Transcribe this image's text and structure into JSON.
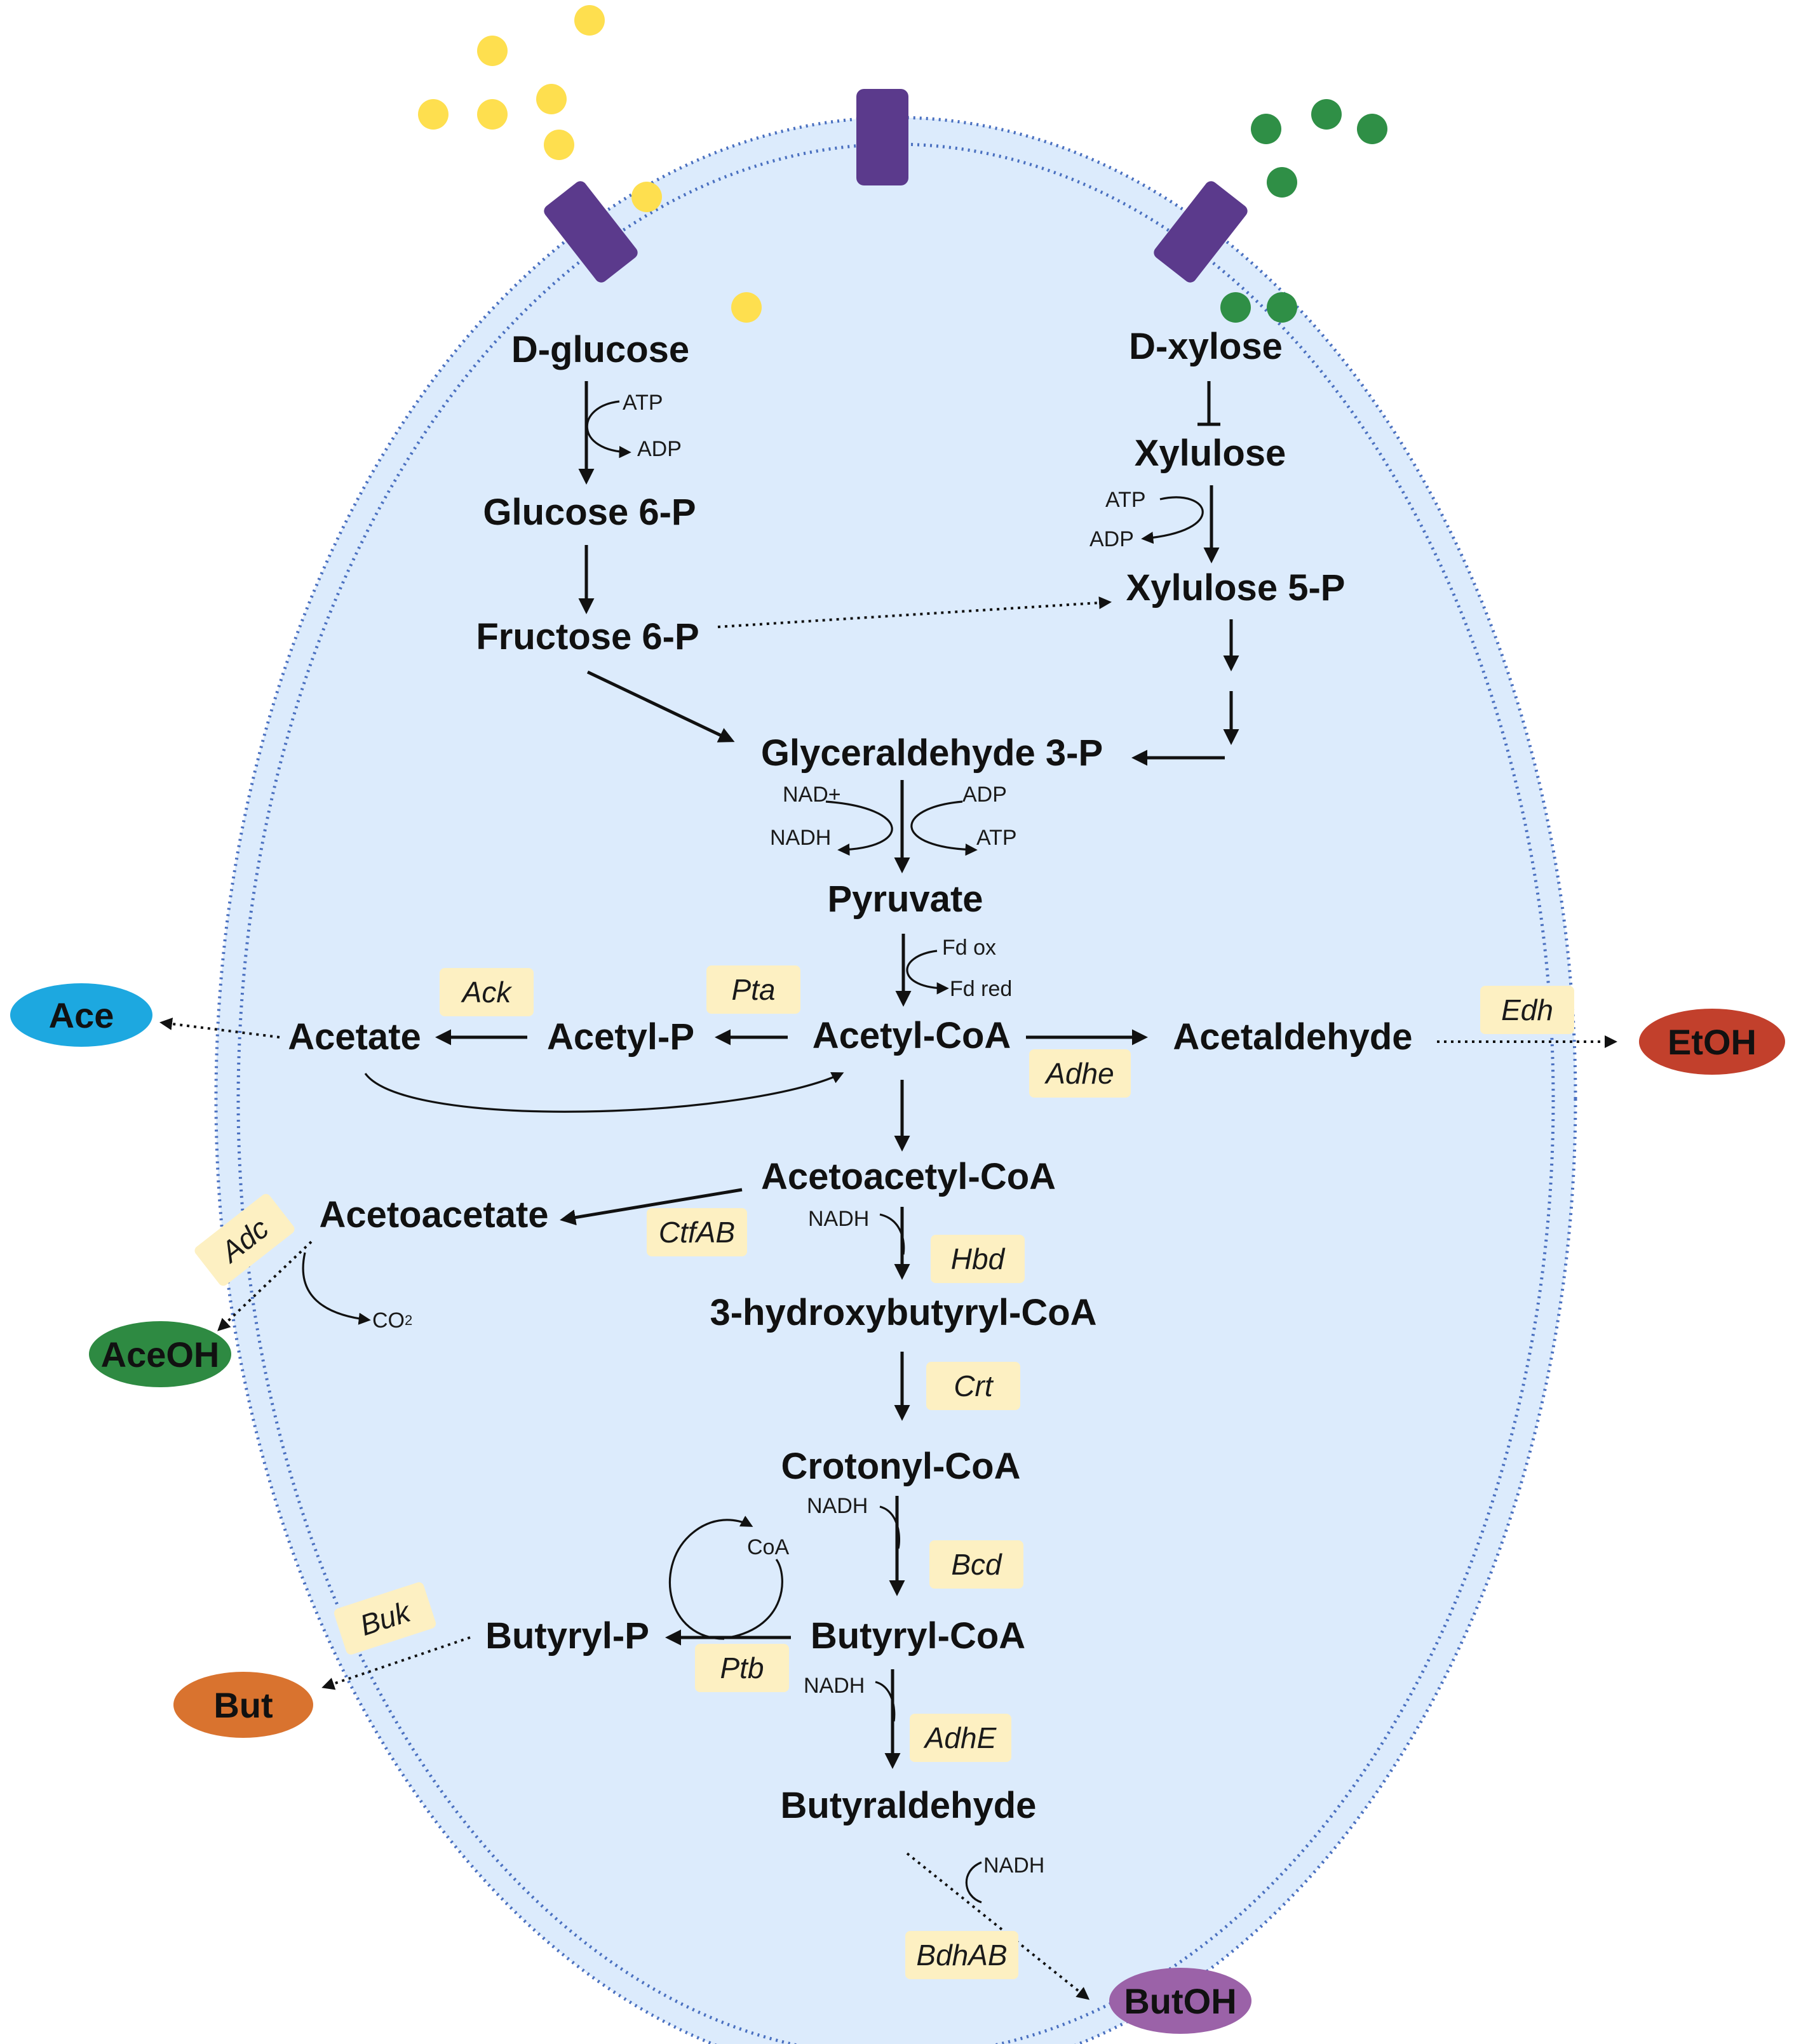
{
  "colors": {
    "cell_fill": "#dcebfc",
    "membrane": "#4a70c0",
    "transporter": "#5b3a8c",
    "glucose_molecule": "#fedf4f",
    "xylose_molecule": "#2f8f46",
    "enzyme_box": "#fdf0c2",
    "ace": "#1da8e0",
    "etoh": "#c2402c",
    "aceoh": "#2e8a42",
    "but": "#d9732f",
    "butoh": "#9b62a8"
  },
  "metabolites": {
    "d_glucose": "D-glucose",
    "glucose_6p": "Glucose 6-P",
    "fructose_6p": "Fructose 6-P",
    "d_xylose": "D-xylose",
    "xylulose": "Xylulose",
    "xylulose_5p": "Xylulose 5-P",
    "glyceraldehyde_3p": "Glyceraldehyde 3-P",
    "pyruvate": "Pyruvate",
    "acetyl_coa": "Acetyl-CoA",
    "acetyl_p": "Acetyl-P",
    "acetate": "Acetate",
    "acetaldehyde": "Acetaldehyde",
    "acetoacetyl_coa": "Acetoacetyl-CoA",
    "acetoacetate": "Acetoacetate",
    "hydroxybutyryl_coa": "3-hydroxybutyryl-CoA",
    "crotonyl_coa": "Crotonyl-CoA",
    "butyryl_coa": "Butyryl-CoA",
    "butyryl_p": "Butyryl-P",
    "butyraldehyde": "Butyraldehyde"
  },
  "cofactors": {
    "atp_glc": "ATP",
    "adp_glc": "ADP",
    "atp_xyl": "ATP",
    "adp_xyl": "ADP",
    "nad_plus": "NAD+",
    "nadh_gap": "NADH",
    "adp_gap": "ADP",
    "atp_gap": "ATP",
    "fd_ox": "Fd ox",
    "fd_red": "Fd red",
    "nadh_hbd": "NADH",
    "co2": "CO",
    "co2_sub": "2",
    "nadh_bcd": "NADH",
    "coa": "CoA",
    "nadh_adhe": "NADH",
    "nadh_bdh": "NADH"
  },
  "enzymes": {
    "ack": "Ack",
    "pta": "Pta",
    "adhe_upper": "Adhe",
    "edh": "Edh",
    "adc": "Adc",
    "ctfab": "CtfAB",
    "hbd": "Hbd",
    "crt": "Crt",
    "bcd": "Bcd",
    "buk": "Buk",
    "ptb": "Ptb",
    "adhe_lower": "AdhE",
    "bdhab": "BdhAB"
  },
  "products": {
    "ace": "Ace",
    "etoh": "EtOH",
    "aceoh": "AceOH",
    "but": "But",
    "butoh": "ButOH"
  }
}
